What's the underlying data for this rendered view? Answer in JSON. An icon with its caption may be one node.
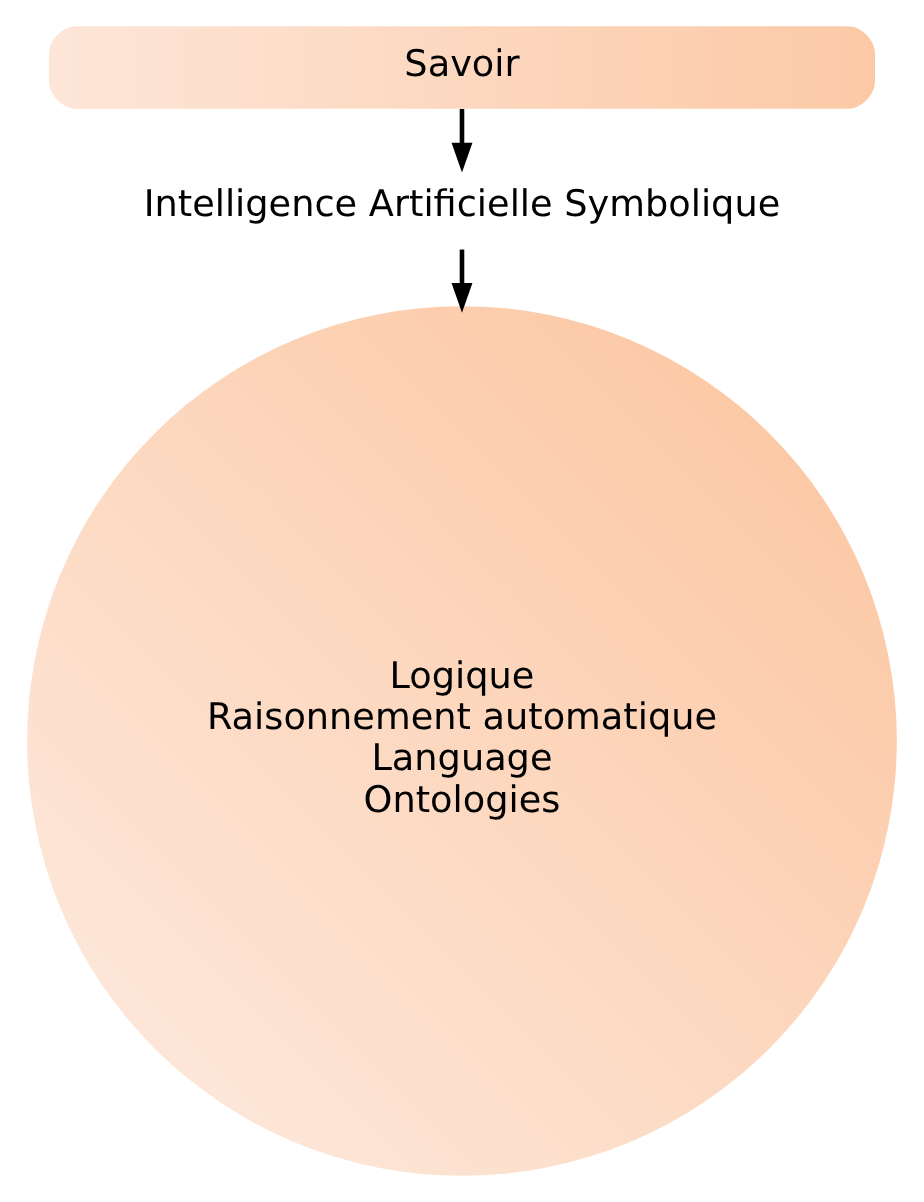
{
  "diagram": {
    "nodes": [
      {
        "text": [
          "Savoir"
        ]
      },
      {
        "text": [
          "Intelligence Artificielle Symbolique"
        ]
      },
      {
        "text": [
          "Logique",
          "Raisonnement automatique",
          "Language",
          "Ontologies"
        ]
      }
    ],
    "edges": [
      {
        "from": 0,
        "to": 1,
        "arrow": "to"
      },
      {
        "from": 1,
        "to": 2,
        "arrow": "to"
      }
    ]
  }
}
